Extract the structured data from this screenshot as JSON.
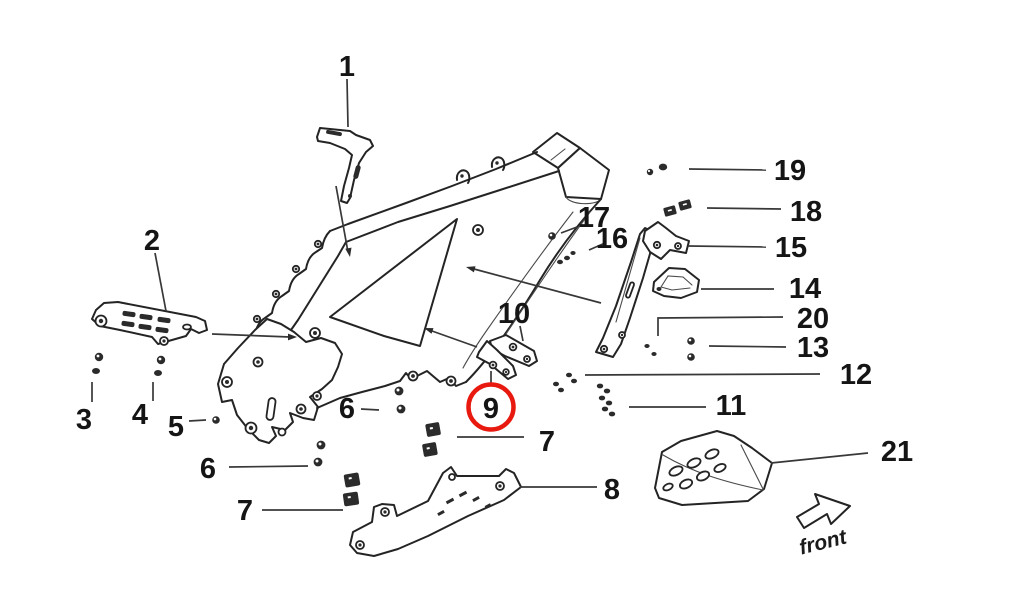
{
  "diagram": {
    "type": "exploded-parts-diagram",
    "subject": "Motorcycle frame assembly exploded parts view",
    "highlighted_callout": "9",
    "orientation_label": "front",
    "colors": {
      "line": "#242424",
      "highlight_ring": "#e8190f",
      "background": "#ffffff"
    },
    "callouts": {
      "c1": "1",
      "c2": "2",
      "c3": "3",
      "c4": "4",
      "c5": "5",
      "c6_upper": "6",
      "c6_lower": "6",
      "c7_upper": "7",
      "c7_lower": "7",
      "c8": "8",
      "c9": "9",
      "c10": "10",
      "c11": "11",
      "c12": "12",
      "c13": "13",
      "c14": "14",
      "c15": "15",
      "c16": "16",
      "c17": "17",
      "c18": "18",
      "c19": "19",
      "c20": "20",
      "c21": "21"
    }
  }
}
